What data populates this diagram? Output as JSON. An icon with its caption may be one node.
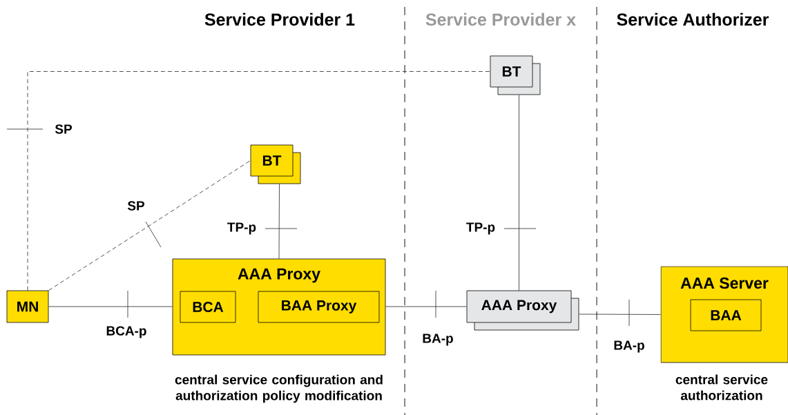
{
  "diagram": {
    "nodes": [
      {
        "text": [
          "MN"
        ]
      },
      {
        "text": [
          "BT"
        ]
      },
      {
        "text": [
          "AAA Proxy"
        ],
        "beside": [
          "central service configuration and authorization policy modification"
        ]
      },
      {
        "text": [
          "BCA"
        ],
        "in": 2
      },
      {
        "text": [
          "BAA Proxy"
        ],
        "in": 2
      },
      {
        "text": [
          "BT"
        ]
      },
      {
        "text": [
          "AAA Proxy"
        ]
      },
      {
        "text": [
          "AAA Server"
        ],
        "beside": [
          "central service authorization"
        ]
      },
      {
        "text": [
          "BAA"
        ],
        "in": 7
      }
    ],
    "edges": [
      {
        "from": 0,
        "to": 5,
        "arrow": "none",
        "label": "SP",
        "style": "dashed"
      },
      {
        "from": 0,
        "to": 1,
        "arrow": "none",
        "label": "SP",
        "style": "dashed"
      },
      {
        "from": 1,
        "to": 2,
        "arrow": "none",
        "label": "TP-p"
      },
      {
        "from": 5,
        "to": 6,
        "arrow": "none",
        "label": "TP-p"
      },
      {
        "from": 0,
        "to": 2,
        "arrow": "none",
        "label": "BCA-p"
      },
      {
        "from": 2,
        "to": 6,
        "arrow": "none",
        "label": "BA-p"
      },
      {
        "from": 6,
        "to": 7,
        "arrow": "none",
        "label": "BA-p"
      }
    ],
    "labels": [
      "Service Provider 1",
      "Service Provider x",
      "Service Authorizer"
    ]
  }
}
